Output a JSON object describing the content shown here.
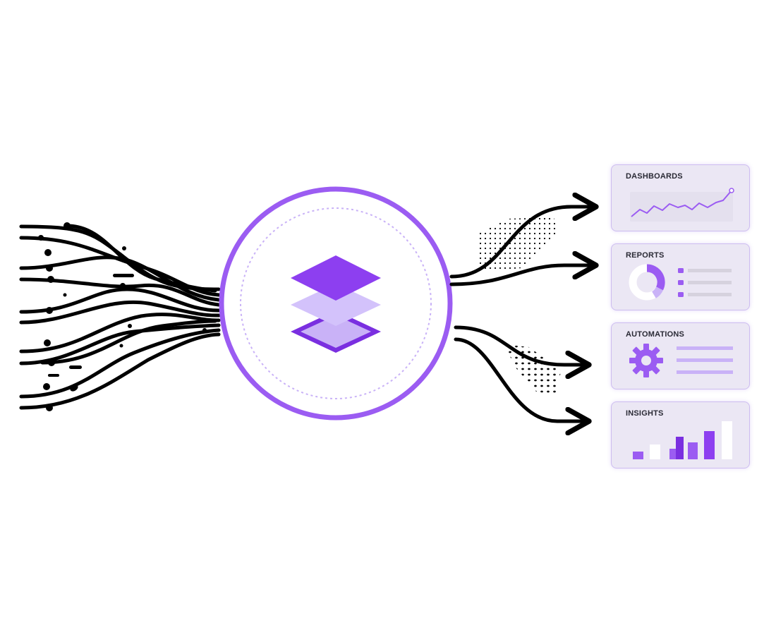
{
  "outputs": [
    {
      "id": "dashboards",
      "label": "DASHBOARDS",
      "icon": "line-chart-icon"
    },
    {
      "id": "reports",
      "label": "REPORTS",
      "icon": "donut-list-icon"
    },
    {
      "id": "automations",
      "label": "AUTOMATIONS",
      "icon": "gear-icon"
    },
    {
      "id": "insights",
      "label": "INSIGHTS",
      "icon": "bar-chart-icon"
    }
  ],
  "hub": {
    "icon": "stacked-layers-icon"
  },
  "inputs": {
    "icon": "tangled-data-lines-icon"
  },
  "colors": {
    "accent": "#9b5cf2",
    "accent_dark": "#7a2fe0",
    "accent_light": "#c9b2f7",
    "card_bg": "#ebe7f4",
    "line": "#000000"
  }
}
